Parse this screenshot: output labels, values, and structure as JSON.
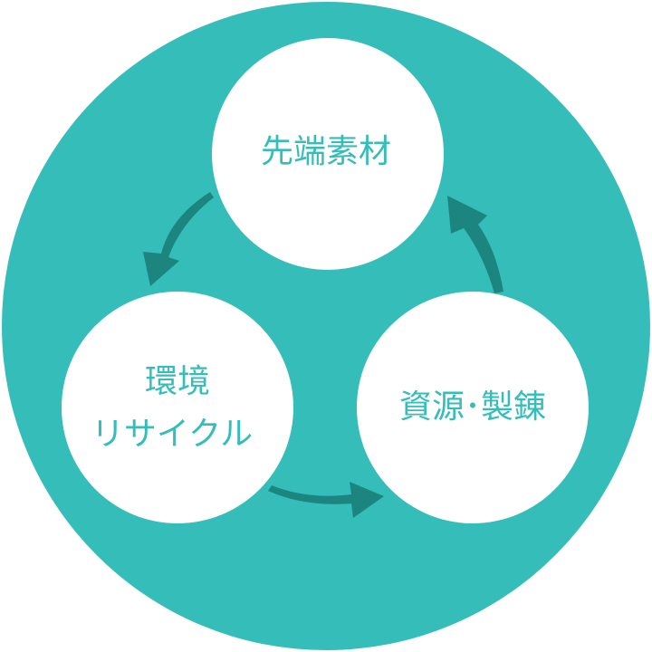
{
  "colors": {
    "outer_circle": "#34bdb9",
    "node_fill": "#ffffff",
    "text": "#34bdb9",
    "arrow": "#1d857f"
  },
  "nodes": {
    "top": {
      "label": "先端素材"
    },
    "bottom_left": {
      "line1": "環境",
      "line2": "リサイクル"
    },
    "bottom_right": {
      "label": "資源･製錬"
    }
  }
}
